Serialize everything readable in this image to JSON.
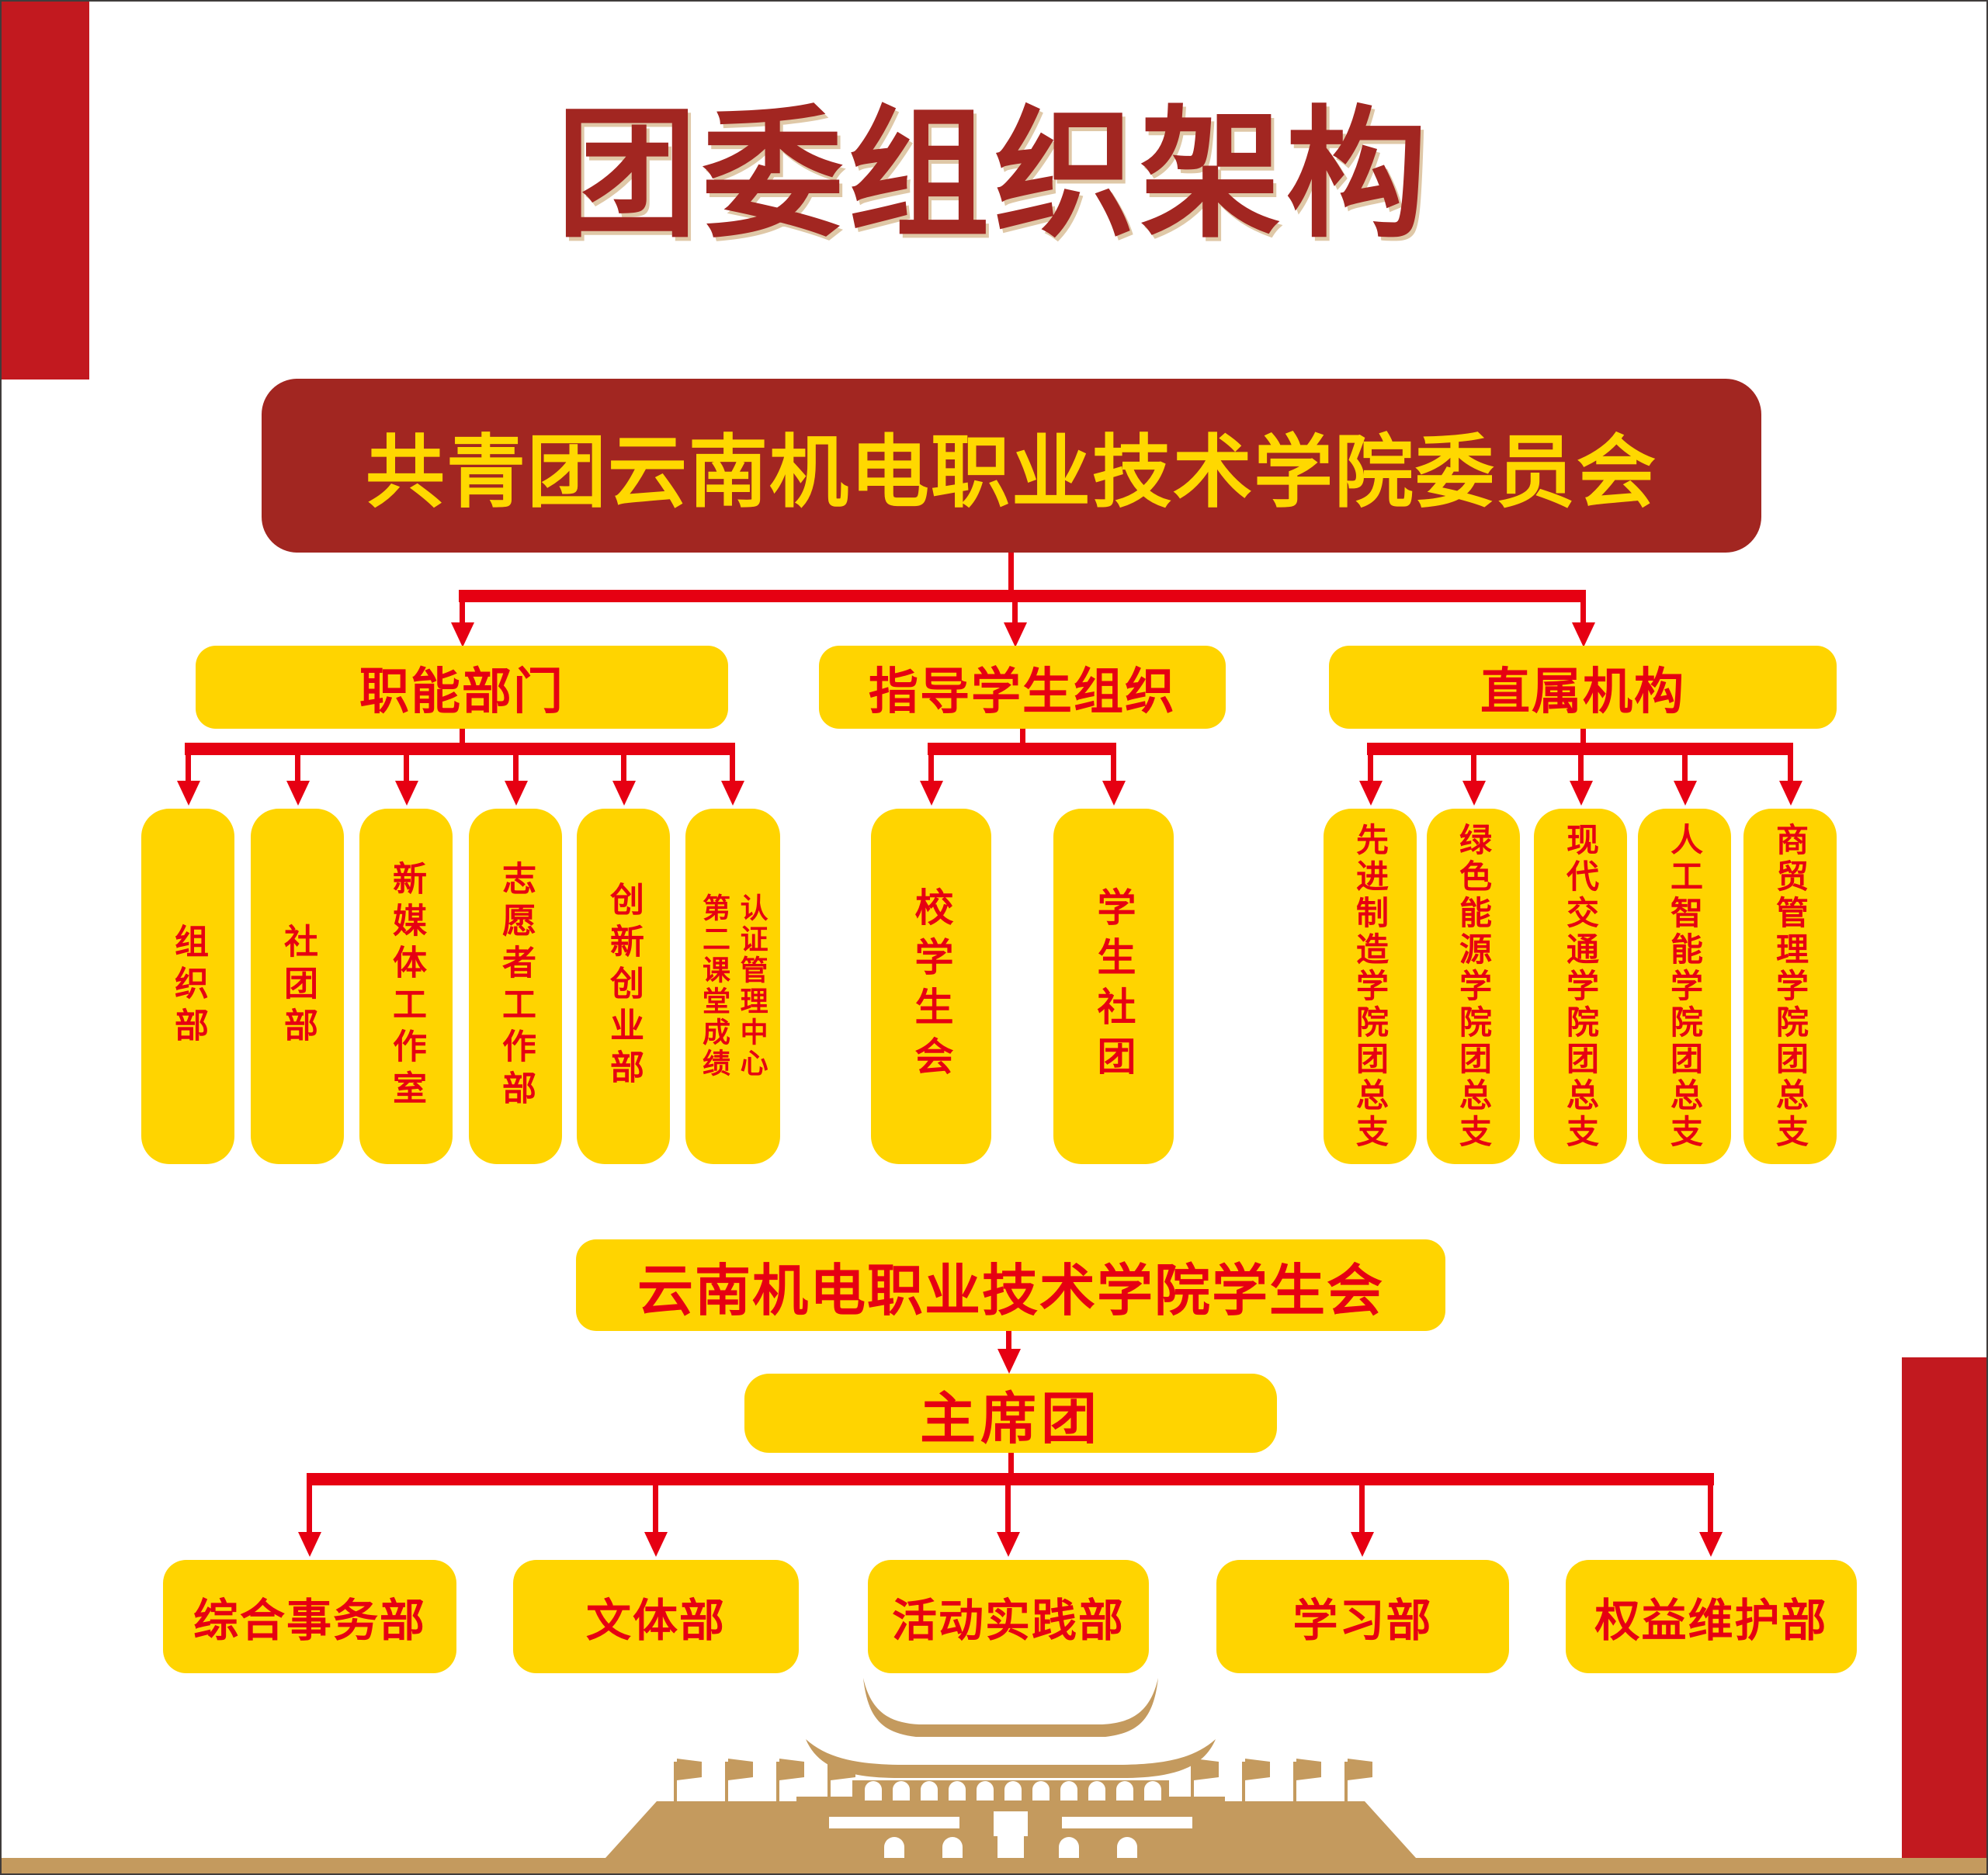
{
  "poster": {
    "title": "团委组织架构",
    "committee": "共青团云南机电职业技术学院委员会",
    "branches": {
      "functional": {
        "label": "职能部门",
        "items": [
          "组织部",
          "社团部",
          "新媒体工作室",
          "志愿者工作部",
          "创新创业部"
        ],
        "cert": {
          "right_col": "认证管理中心",
          "left_col": "第二课堂成绩"
        }
      },
      "guided": {
        "label": "指导学生组织",
        "items": [
          "校学生会",
          "学生社团"
        ]
      },
      "direct": {
        "label": "直属机构",
        "items": [
          "先进制造学院团总支",
          "绿色能源学院团总支",
          "现代交通学院团总支",
          "人工智能学院团总支",
          "商贸管理学院团总支"
        ]
      }
    },
    "union": {
      "label": "云南机电职业技术学院学生会",
      "presidium": "主席团",
      "departments": [
        "综合事务部",
        "文体部",
        "活动实践部",
        "学习部",
        "权益维护部"
      ]
    },
    "colors": {
      "dark_red": "#A22621",
      "bright_red": "#E60012",
      "yellow": "#FFD400",
      "edge_red": "#C2191F",
      "tan": "#C49A5E"
    },
    "building_icon": "tiananmen-gate-icon"
  }
}
